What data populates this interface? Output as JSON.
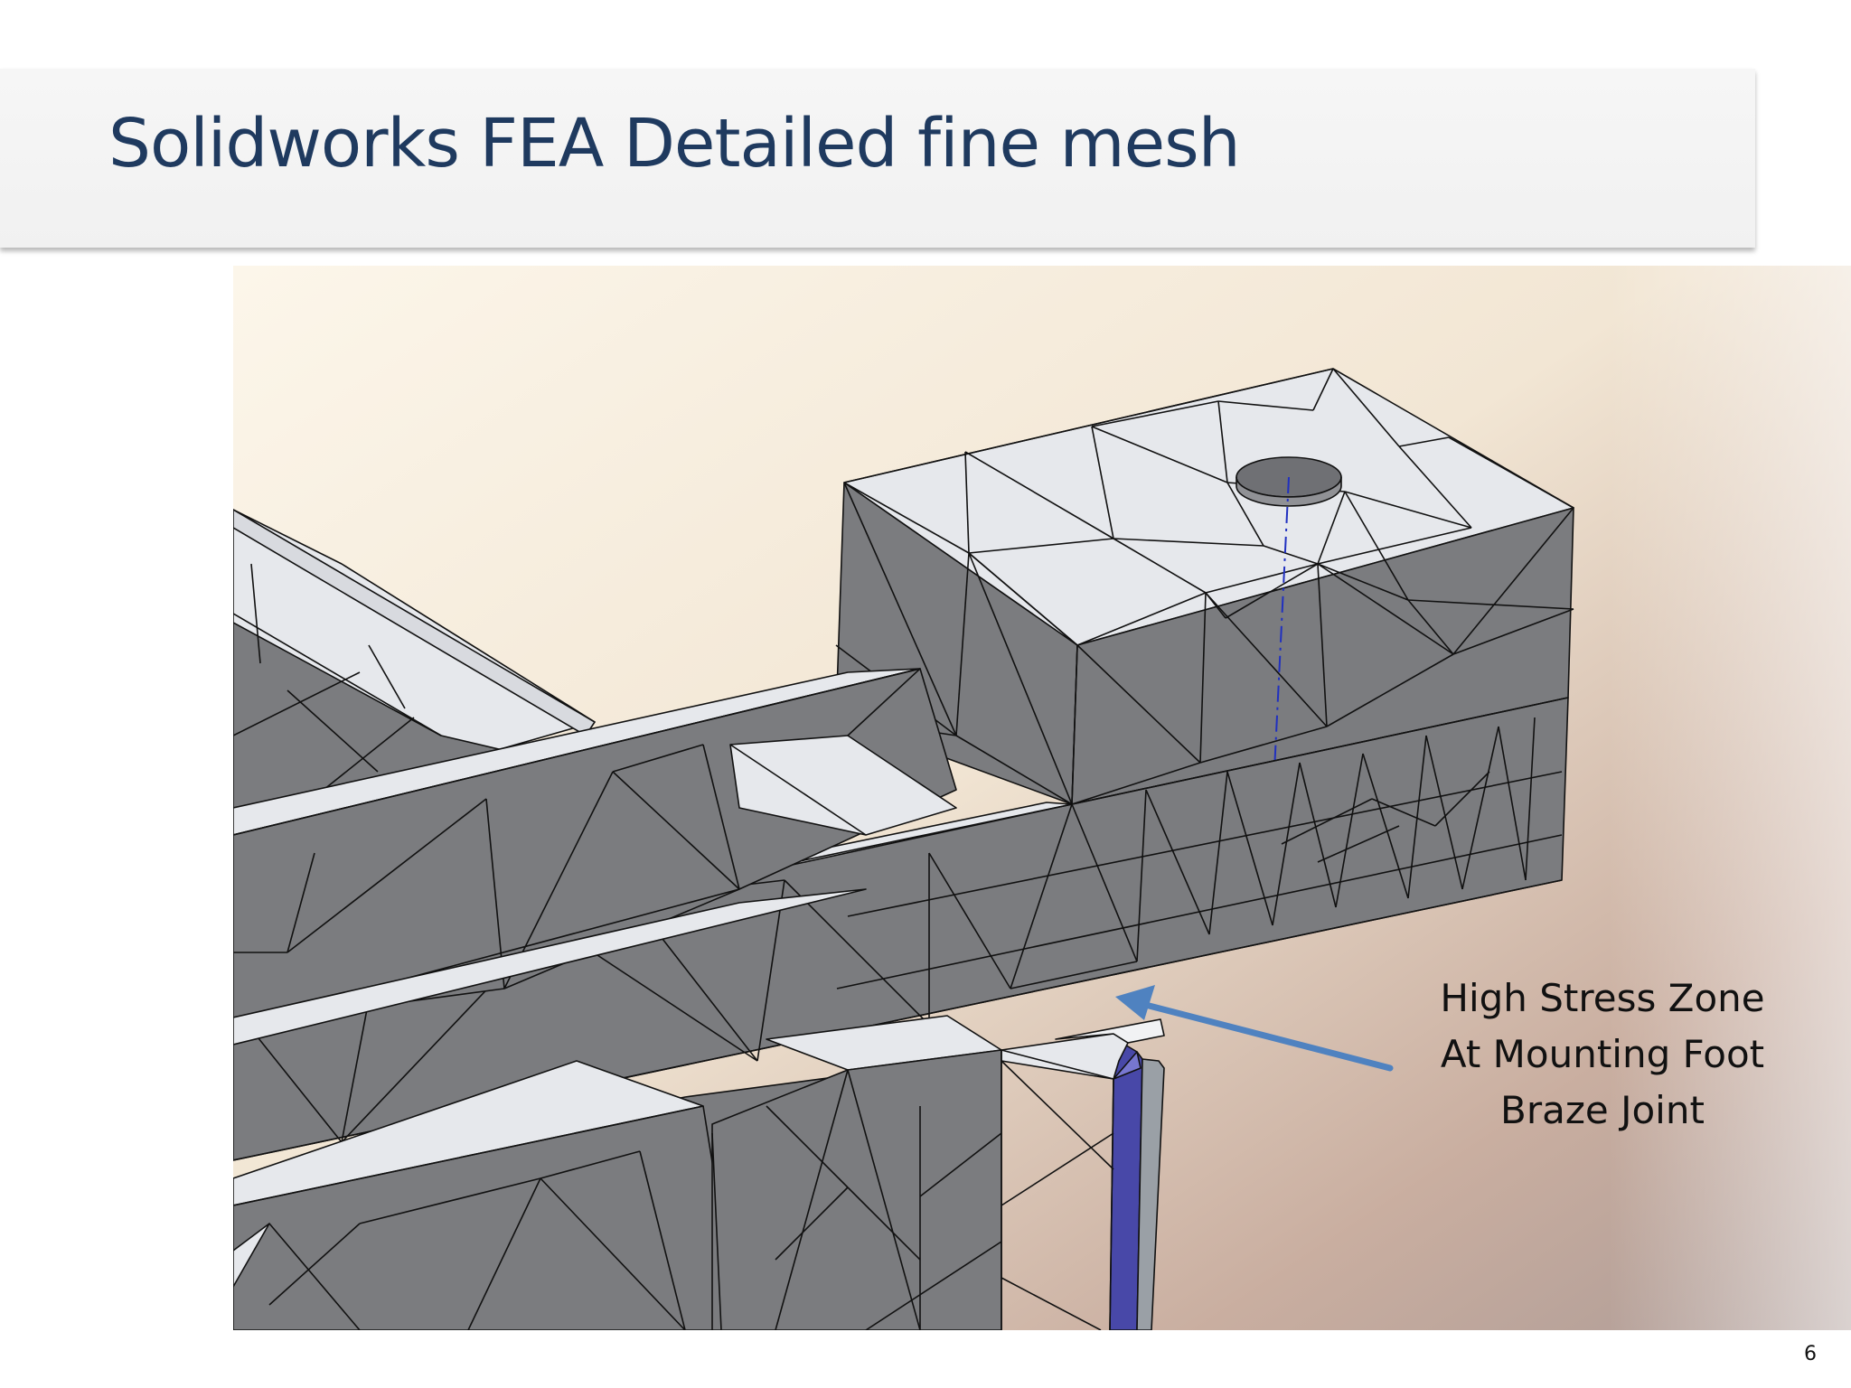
{
  "slide": {
    "title": "Solidworks FEA Detailed fine mesh",
    "page_number": "6"
  },
  "figure": {
    "annotation_lines": [
      "High Stress Zone",
      "At Mounting Foot",
      "Braze Joint"
    ],
    "colors": {
      "mesh_face_dark": "#7b7c7f",
      "mesh_face_light": "#e6e8ec",
      "mesh_edges": "#111111",
      "braze_joint_highlight": "#4848a8",
      "arrow": "#4f82c0",
      "title": "#1f3a5f"
    }
  }
}
